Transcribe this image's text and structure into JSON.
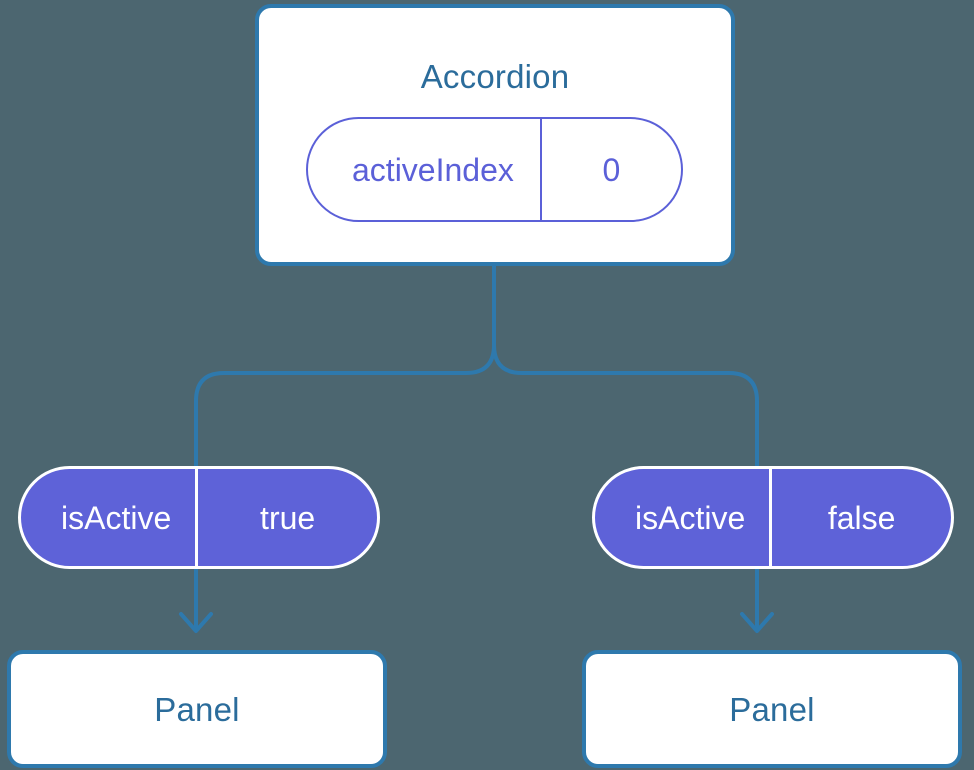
{
  "diagram": {
    "type": "component-tree",
    "background_color": "#4c6670",
    "accent_blue": "#2b6c9b",
    "connector_blue": "#2e79ad",
    "prop_purple": "#5b60d8",
    "prop_purple_fill": "#5e62d8",
    "card_bg": "#ffffff"
  },
  "root": {
    "name": "root-node",
    "title": "Accordion",
    "prop": {
      "key": "activeIndex",
      "value": "0"
    }
  },
  "children": [
    {
      "name": "left-branch",
      "prop": {
        "key": "isActive",
        "value": "true"
      },
      "leaf": {
        "title": "Panel"
      }
    },
    {
      "name": "right-branch",
      "prop": {
        "key": "isActive",
        "value": "false"
      },
      "leaf": {
        "title": "Panel"
      }
    }
  ]
}
